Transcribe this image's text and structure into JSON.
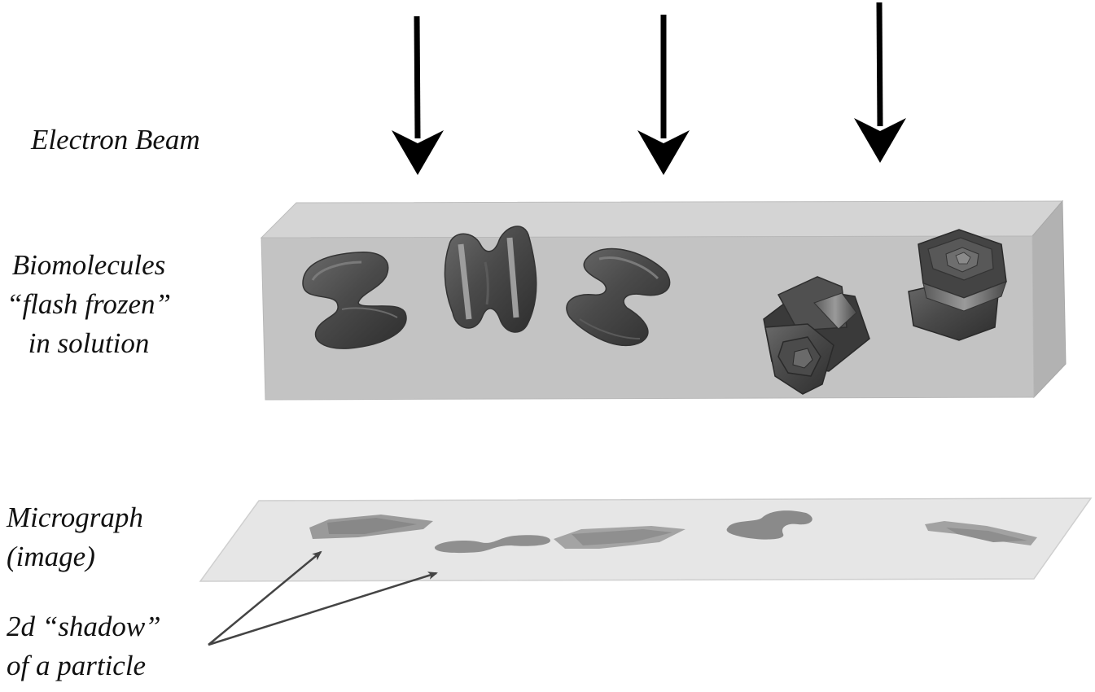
{
  "labels": {
    "electron_beam": "Electron Beam",
    "biomolecules": [
      "Biomolecules",
      "“flash frozen”",
      "in solution"
    ],
    "micrograph": [
      "Micrograph",
      "(image)"
    ],
    "shadow": [
      "2d “shadow”",
      "of a particle"
    ]
  },
  "colors": {
    "arrow": "#000000",
    "block_front": "#c4c4c4",
    "block_top": "#d3d3d3",
    "block_side": "#b3b3b3",
    "molecule": "#4a4a4a",
    "micrograph": "#e6e6e6",
    "shadow": "#8f8f8f",
    "pointer": "#444444"
  }
}
